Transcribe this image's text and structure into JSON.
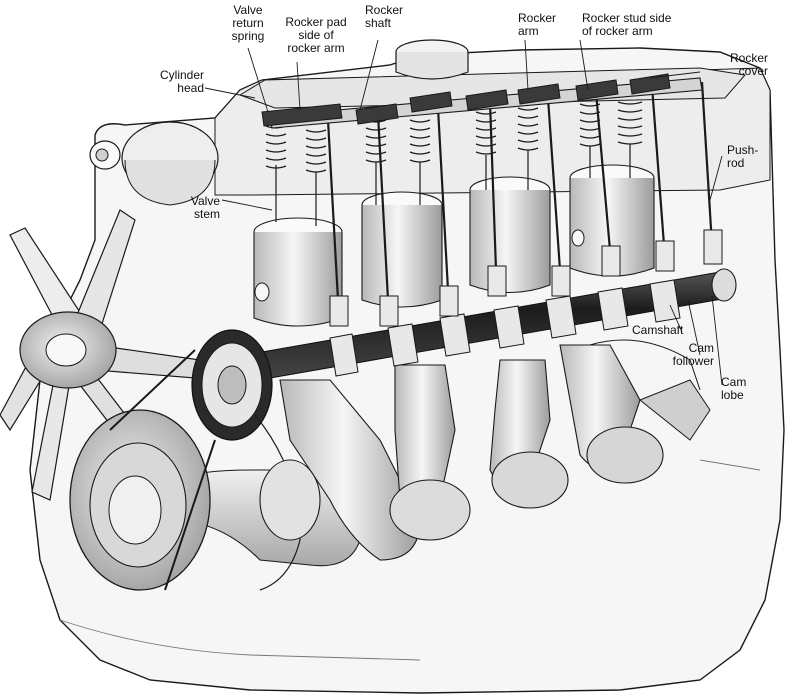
{
  "labels": {
    "valve_return_spring": "Valve\nreturn\nspring",
    "rocker_pad_side": "Rocker pad\nside of\nrocker arm",
    "rocker_shaft": "Rocker\nshaft",
    "rocker_arm": "Rocker\narm",
    "rocker_stud_side": "Rocker stud side\nof rocker arm",
    "rocker_cover": "Rocker\ncover",
    "cylinder_head": "Cylinder\nhead",
    "push_rod": "Push-\nrod",
    "valve_stem": "Valve\nstem",
    "camshaft": "Camshaft",
    "cam_follower": "Cam\nfollower",
    "cam_lobe": "Cam\nlobe"
  },
  "colors": {
    "line": "#1a1a1a",
    "engine_fill": "#f4f4f4",
    "shade": "#c9c9c9",
    "dark": "#2a2a2a",
    "mid": "#9a9a9a"
  }
}
